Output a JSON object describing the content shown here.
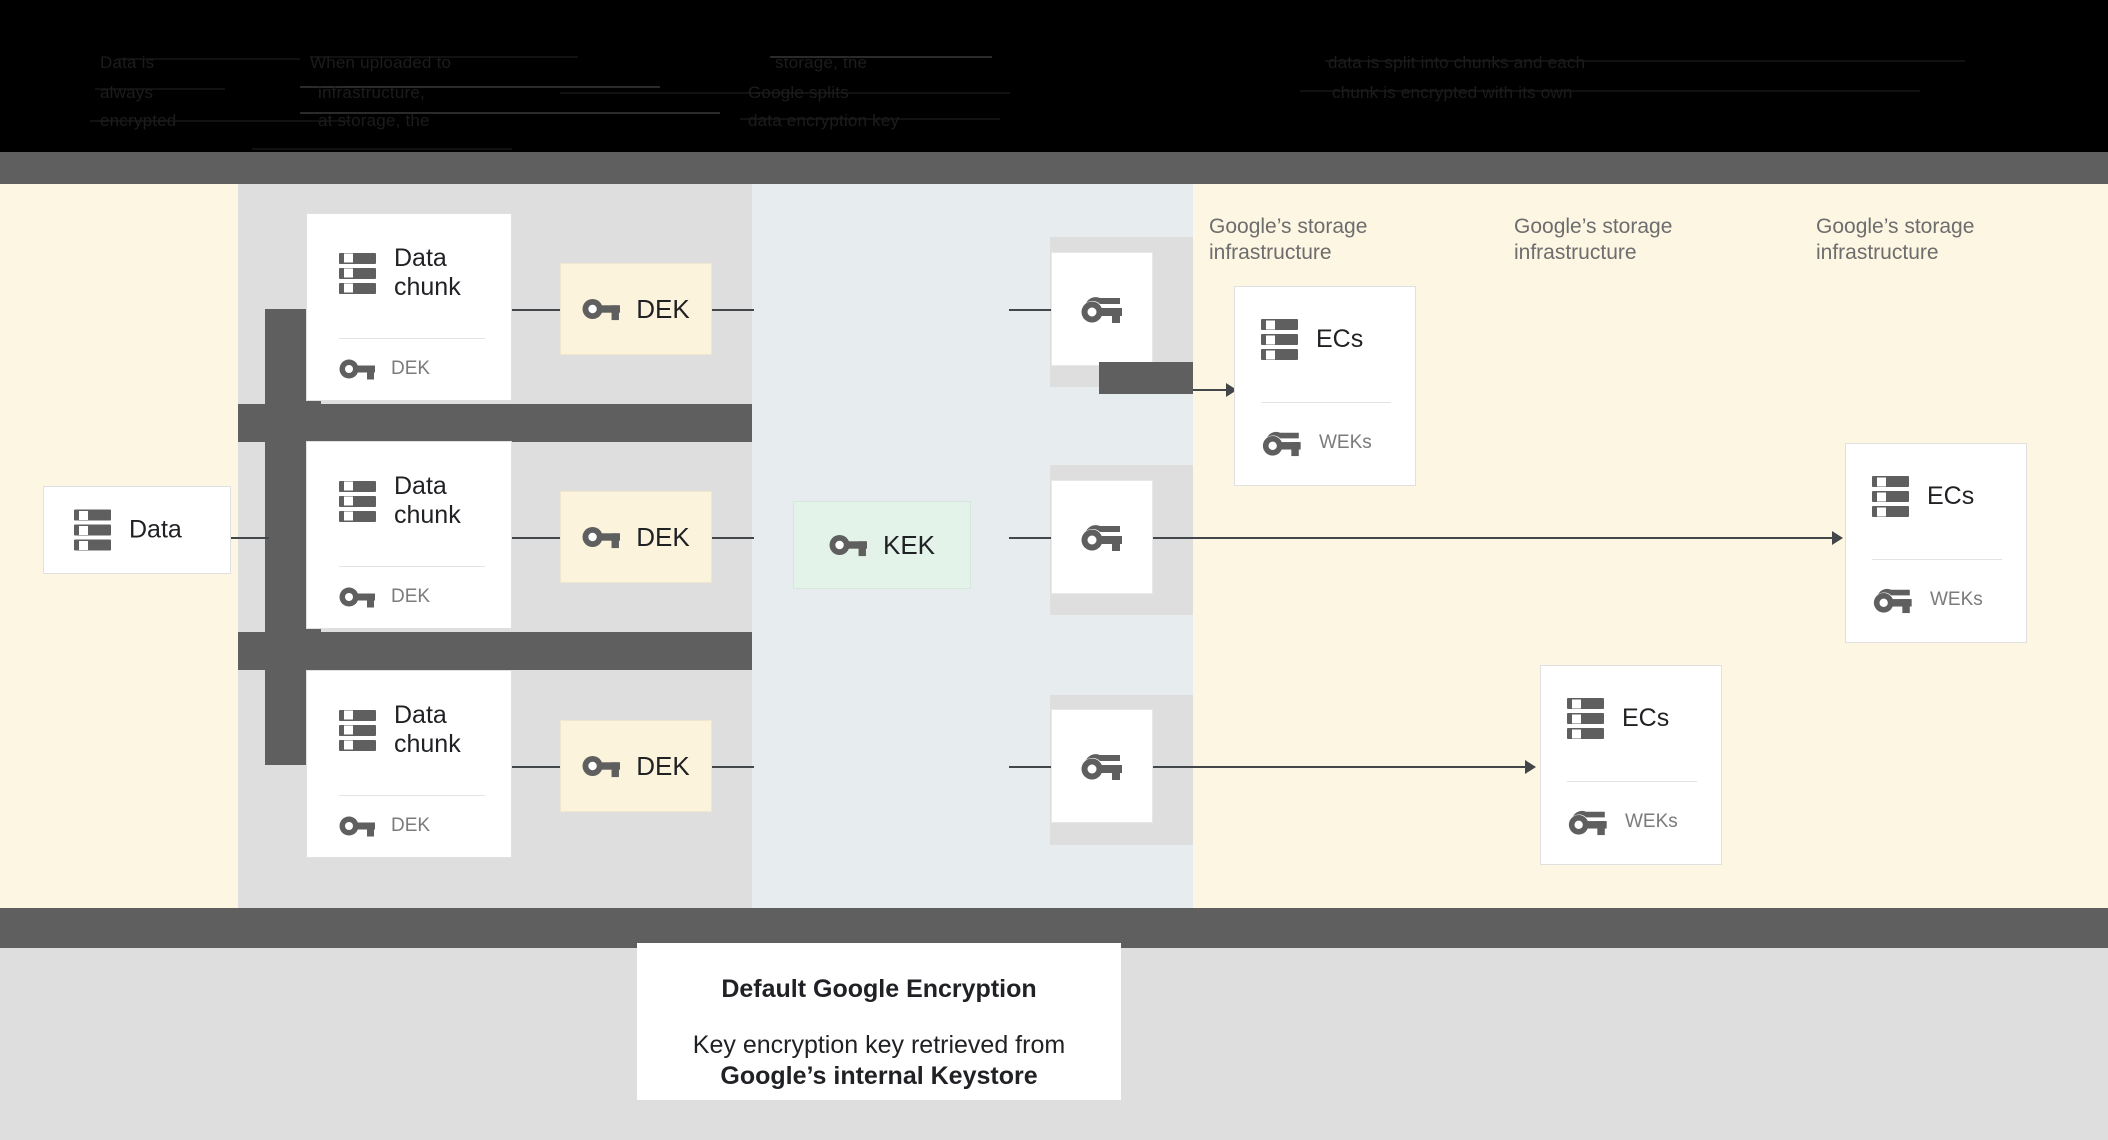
{
  "header": {
    "obscured": true,
    "note": "Dark, illegible redacted text lines across a black header bar",
    "lines": [
      "Data is   When uploaded to",
      "always    infrastructure,",
      "encrypted at storage, Google",
      "splits the data into chunks",
      "Each chunk is encrypted with",
      "its own data encryption key"
    ]
  },
  "diagram": {
    "source": {
      "label": "Data",
      "icon": "server-icon"
    },
    "chunks": [
      {
        "label": "Data\nchunk",
        "key_label": "DEK",
        "icon": "server-icon",
        "key_icon": "key-icon"
      },
      {
        "label": "Data\nchunk",
        "key_label": "DEK",
        "icon": "server-icon",
        "key_icon": "key-icon"
      },
      {
        "label": "Data\nchunk",
        "key_label": "DEK",
        "icon": "server-icon",
        "key_icon": "key-icon"
      }
    ],
    "deks": [
      {
        "label": "DEK",
        "icon": "key-icon"
      },
      {
        "label": "DEK",
        "icon": "key-icon"
      },
      {
        "label": "DEK",
        "icon": "key-icon"
      }
    ],
    "kek": {
      "label": "KEK",
      "icon": "key-icon"
    },
    "weks": [
      {
        "icon": "double-key-icon"
      },
      {
        "icon": "double-key-icon"
      },
      {
        "icon": "double-key-icon"
      }
    ],
    "infra_labels": [
      "Google’s storage\ninfrastructure",
      "Google’s storage\ninfrastructure",
      "Google’s storage\ninfrastructure"
    ],
    "ec_cards": [
      {
        "label": "ECs",
        "key_label": "WEKs",
        "icon": "server-icon",
        "key_icon": "double-key-icon"
      },
      {
        "label": "ECs",
        "key_label": "WEKs",
        "icon": "server-icon",
        "key_icon": "double-key-icon"
      },
      {
        "label": "ECs",
        "key_label": "WEKs",
        "icon": "server-icon",
        "key_icon": "double-key-icon"
      }
    ]
  },
  "caption": {
    "title": "Default Google Encryption",
    "line1": "Key encryption key retrieved from",
    "line2": "Google’s internal Keystore"
  },
  "colors": {
    "cream": "#fcf6e3",
    "grey_band": "#dedede",
    "blue_band": "#e7ecee",
    "dark_band": "#5f5f5f",
    "kek_fill": "#e3f3ea",
    "dek_fill": "#fcf3dc",
    "icon_grey": "#5f5f5f",
    "text_dark": "#202124",
    "text_muted": "#6d6d6d"
  }
}
